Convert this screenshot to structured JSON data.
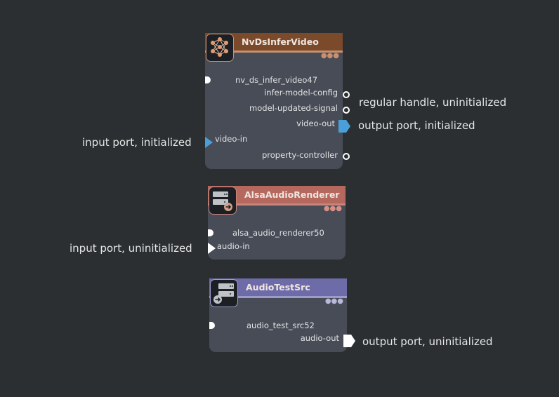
{
  "nodes": {
    "infer": {
      "title": "NvDsInferVideo",
      "instance": "nv_ds_infer_video47",
      "props": [
        "infer-model-config",
        "model-updated-signal",
        "video-out",
        "property-controller"
      ],
      "input": "video-in",
      "header_color": "#7a4a2a",
      "accent_color": "#c98f6f"
    },
    "alsa": {
      "title": "AlsaAudioRenderer",
      "instance": "alsa_audio_renderer50",
      "input": "audio-in",
      "header_color": "#b5685e",
      "accent_color": "#c9857b"
    },
    "audiotest": {
      "title": "AudioTestSrc",
      "instance": "audio_test_src52",
      "output": "audio-out",
      "header_color": "#6e6ca8",
      "accent_color": "#9c9bcc"
    }
  },
  "annotations": {
    "regular_handle": "regular handle, uninitialized",
    "output_initialized": "output port, initialized",
    "input_initialized": "input port, initialized",
    "input_uninitialized": "input port, uninitialized",
    "output_uninitialized": "output port, uninitialized"
  },
  "colors": {
    "background": "#2b2f32",
    "node_body": "#474c57",
    "port_initialized": "#4a9fd8",
    "port_uninitialized": "#ffffff"
  },
  "icons": {
    "infer": "neural-network-icon",
    "alsa": "audio-sink-icon",
    "audiotest": "audio-source-icon"
  }
}
